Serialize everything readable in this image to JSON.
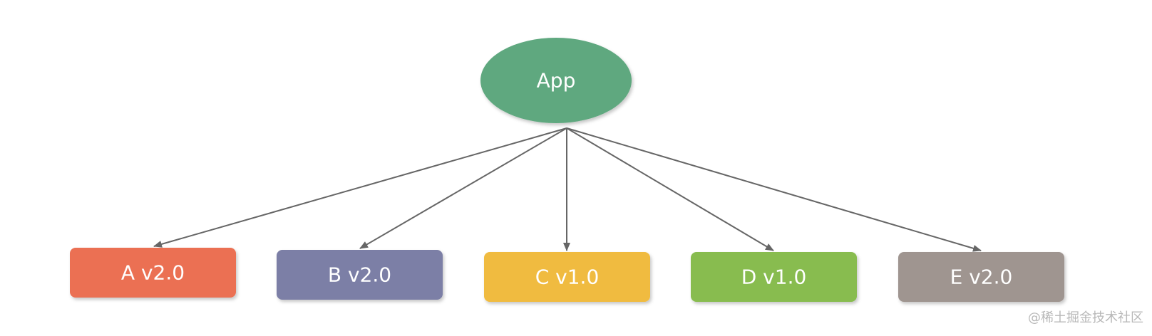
{
  "root": {
    "label": "App",
    "color": "#5fa87f"
  },
  "dependencies": [
    {
      "label": "A v2.0",
      "color": "#eb7052"
    },
    {
      "label": "B v2.0",
      "color": "#7b7fa6"
    },
    {
      "label": "C v1.0",
      "color": "#f0bb40"
    },
    {
      "label": "D v1.0",
      "color": "#88bc4f"
    },
    {
      "label": "E v2.0",
      "color": "#9f9590"
    }
  ],
  "edge_color": "#666666",
  "watermark": "@稀土掘金技术社区"
}
